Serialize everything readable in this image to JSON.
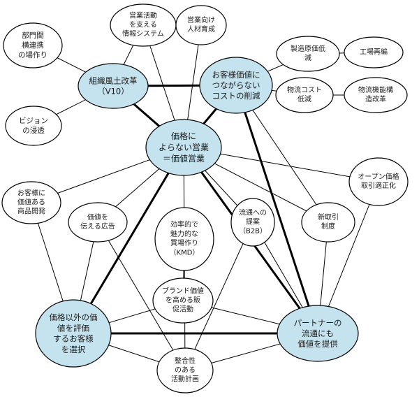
{
  "diagram": {
    "nodes": [
      {
        "id": "soshiki",
        "lines": [
          "組織風土改革",
          "（V10）"
        ],
        "fill": "#c5e3ee",
        "emphasis": true
      },
      {
        "id": "cost",
        "lines": [
          "お客様価値に",
          "つながらない",
          "コストの削減"
        ],
        "fill": "#c5e3ee",
        "emphasis": true
      },
      {
        "id": "kakaku",
        "lines": [
          "価格に",
          "よらない営業",
          "＝価値営業"
        ],
        "fill": "#c5e3ee",
        "emphasis": true
      },
      {
        "id": "okyaku_sentaku",
        "lines": [
          "価格以外の価",
          "値を評価",
          "するお客様",
          "を選択"
        ],
        "fill": "#c5e3ee",
        "emphasis": true
      },
      {
        "id": "partner",
        "lines": [
          "パートナーの",
          "流通にも",
          "価値を提供"
        ],
        "fill": "#c5e3ee",
        "emphasis": true
      },
      {
        "id": "bumon",
        "lines": [
          "部門間",
          "横連携",
          "の場作り"
        ],
        "fill": "#ffffff",
        "emphasis": false
      },
      {
        "id": "vision",
        "lines": [
          "ビジョン",
          "の浸透"
        ],
        "fill": "#ffffff",
        "emphasis": false
      },
      {
        "id": "eigyo_katsudo",
        "lines": [
          "営業活動",
          "を支える",
          "情報システム"
        ],
        "fill": "#ffffff",
        "emphasis": false
      },
      {
        "id": "jinzai",
        "lines": [
          "営業向け",
          "人材育成"
        ],
        "fill": "#ffffff",
        "emphasis": false
      },
      {
        "id": "seizo",
        "lines": [
          "製造原価低",
          "減"
        ],
        "fill": "#ffffff",
        "emphasis": false
      },
      {
        "id": "kojo",
        "lines": [
          "工場再編"
        ],
        "fill": "#ffffff",
        "emphasis": false
      },
      {
        "id": "butsuryu_cost",
        "lines": [
          "物流コスト",
          "低減"
        ],
        "fill": "#ffffff",
        "emphasis": false
      },
      {
        "id": "butsuryu_kino",
        "lines": [
          "物流機能構",
          "造改革"
        ],
        "fill": "#ffffff",
        "emphasis": false
      },
      {
        "id": "open",
        "lines": [
          "オープン価格",
          "取引適正化"
        ],
        "fill": "#ffffff",
        "emphasis": false
      },
      {
        "id": "shohin",
        "lines": [
          "お客様に",
          "価値ある",
          "商品開発"
        ],
        "fill": "#ffffff",
        "emphasis": false
      },
      {
        "id": "kokoku",
        "lines": [
          "価値を",
          "伝える広告"
        ],
        "fill": "#ffffff",
        "emphasis": false
      },
      {
        "id": "uriba",
        "lines": [
          "効率的で",
          "魅力的な",
          "買場作り",
          "（KMD）"
        ],
        "fill": "#ffffff",
        "emphasis": false
      },
      {
        "id": "ryutsu",
        "lines": [
          "流通への",
          "提案",
          "（B2B）"
        ],
        "fill": "#ffffff",
        "emphasis": false
      },
      {
        "id": "shintorihiki",
        "lines": [
          "新取引",
          "制度"
        ],
        "fill": "#ffffff",
        "emphasis": false
      },
      {
        "id": "brand",
        "lines": [
          "ブランド価値",
          "を高める販",
          "促活動"
        ],
        "fill": "#ffffff",
        "emphasis": false
      },
      {
        "id": "seigo",
        "lines": [
          "整合性",
          "のある",
          "活動計画"
        ],
        "fill": "#ffffff",
        "emphasis": false
      }
    ],
    "edges": [
      {
        "from": "soshiki",
        "to": "cost",
        "weight": "thick"
      },
      {
        "from": "soshiki",
        "to": "kakaku",
        "weight": "thick"
      },
      {
        "from": "cost",
        "to": "kakaku",
        "weight": "thick"
      },
      {
        "from": "kakaku",
        "to": "okyaku_sentaku",
        "weight": "thick"
      },
      {
        "from": "kakaku",
        "to": "partner",
        "weight": "thick"
      },
      {
        "from": "okyaku_sentaku",
        "to": "partner",
        "weight": "thick"
      },
      {
        "from": "cost",
        "to": "partner",
        "weight": "thick"
      },
      {
        "from": "soshiki",
        "to": "bumon",
        "weight": "thin"
      },
      {
        "from": "soshiki",
        "to": "vision",
        "weight": "thin"
      },
      {
        "from": "soshiki",
        "to": "eigyo_katsudo",
        "weight": "thin"
      },
      {
        "from": "kakaku",
        "to": "eigyo_katsudo",
        "weight": "thin"
      },
      {
        "from": "kakaku",
        "to": "jinzai",
        "weight": "thin"
      },
      {
        "from": "cost",
        "to": "seizo",
        "weight": "thin"
      },
      {
        "from": "cost",
        "to": "butsuryu_cost",
        "weight": "thin"
      },
      {
        "from": "seizo",
        "to": "kojo",
        "weight": "thin"
      },
      {
        "from": "butsuryu_cost",
        "to": "butsuryu_kino",
        "weight": "thin"
      },
      {
        "from": "cost",
        "to": "shintorihiki",
        "weight": "thin"
      },
      {
        "from": "kakaku",
        "to": "shohin",
        "weight": "thin"
      },
      {
        "from": "kakaku",
        "to": "kokoku",
        "weight": "thin"
      },
      {
        "from": "kakaku",
        "to": "uriba",
        "weight": "thin"
      },
      {
        "from": "kakaku",
        "to": "ryutsu",
        "weight": "thin"
      },
      {
        "from": "kakaku",
        "to": "shintorihiki",
        "weight": "thin"
      },
      {
        "from": "kakaku",
        "to": "open",
        "weight": "thin"
      },
      {
        "from": "shohin",
        "to": "okyaku_sentaku",
        "weight": "thin"
      },
      {
        "from": "kokoku",
        "to": "okyaku_sentaku",
        "weight": "thin"
      },
      {
        "from": "kokoku",
        "to": "seigo",
        "weight": "thin"
      },
      {
        "from": "uriba",
        "to": "brand",
        "weight": "thin"
      },
      {
        "from": "uriba",
        "to": "seigo",
        "weight": "thin"
      },
      {
        "from": "ryutsu",
        "to": "partner",
        "weight": "thin"
      },
      {
        "from": "ryutsu",
        "to": "seigo",
        "weight": "thin"
      },
      {
        "from": "shintorihiki",
        "to": "partner",
        "weight": "thin"
      },
      {
        "from": "open",
        "to": "partner",
        "weight": "thin"
      },
      {
        "from": "brand",
        "to": "okyaku_sentaku",
        "weight": "thin"
      },
      {
        "from": "brand",
        "to": "partner",
        "weight": "thin"
      },
      {
        "from": "okyaku_sentaku",
        "to": "seigo",
        "weight": "thin"
      },
      {
        "from": "partner",
        "to": "seigo",
        "weight": "thin"
      }
    ]
  }
}
